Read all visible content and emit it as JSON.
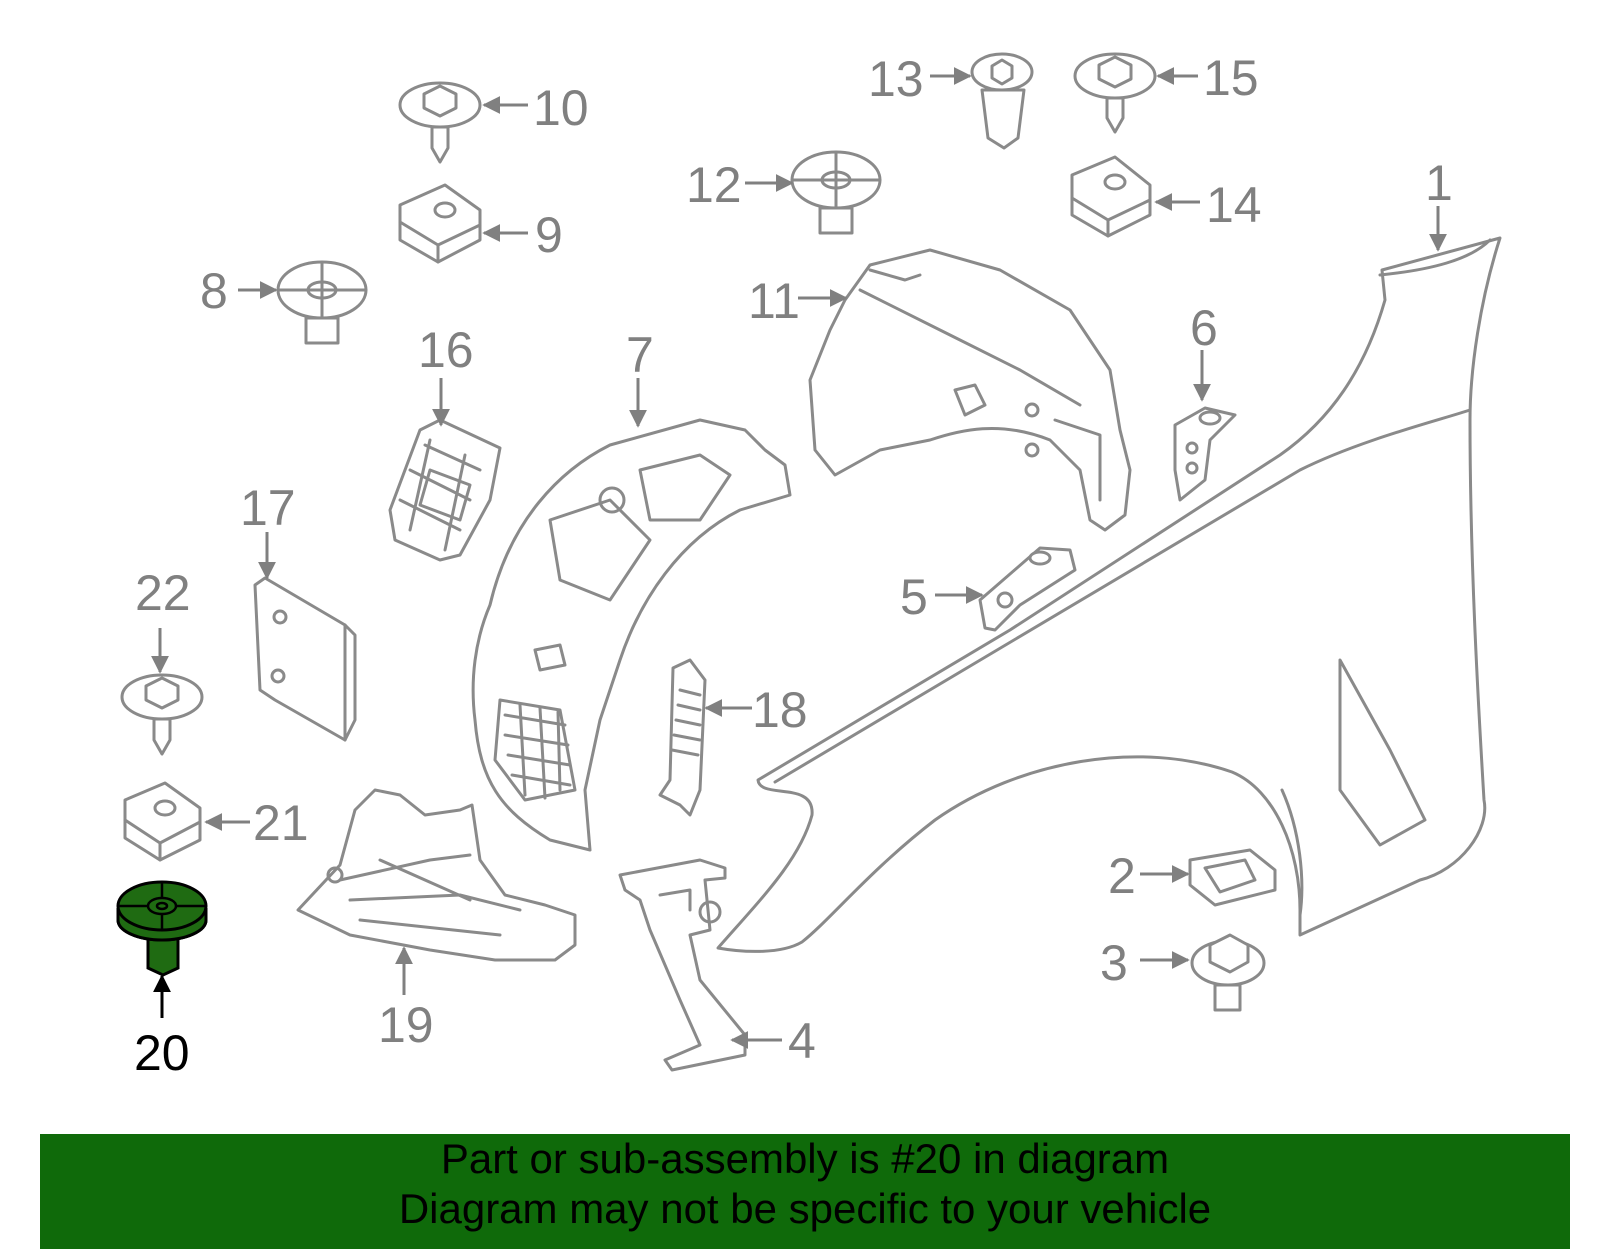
{
  "callouts": {
    "c1": "1",
    "c2": "2",
    "c3": "3",
    "c4": "4",
    "c5": "5",
    "c6": "6",
    "c7": "7",
    "c8": "8",
    "c9": "9",
    "c10": "10",
    "c11": "11",
    "c12": "12",
    "c13": "13",
    "c14": "14",
    "c15": "15",
    "c16": "16",
    "c17": "17",
    "c18": "18",
    "c19": "19",
    "c20": "20",
    "c21": "21",
    "c22": "22"
  },
  "highlighted_part": "20",
  "colors": {
    "highlight_fill": "#1f6b12",
    "banner_bg": "#0f6a0a",
    "line_art": "#8a8a8a"
  },
  "banner": {
    "line1": "Part or sub-assembly is #20 in diagram",
    "line2": "Diagram may not be specific to your vehicle"
  }
}
